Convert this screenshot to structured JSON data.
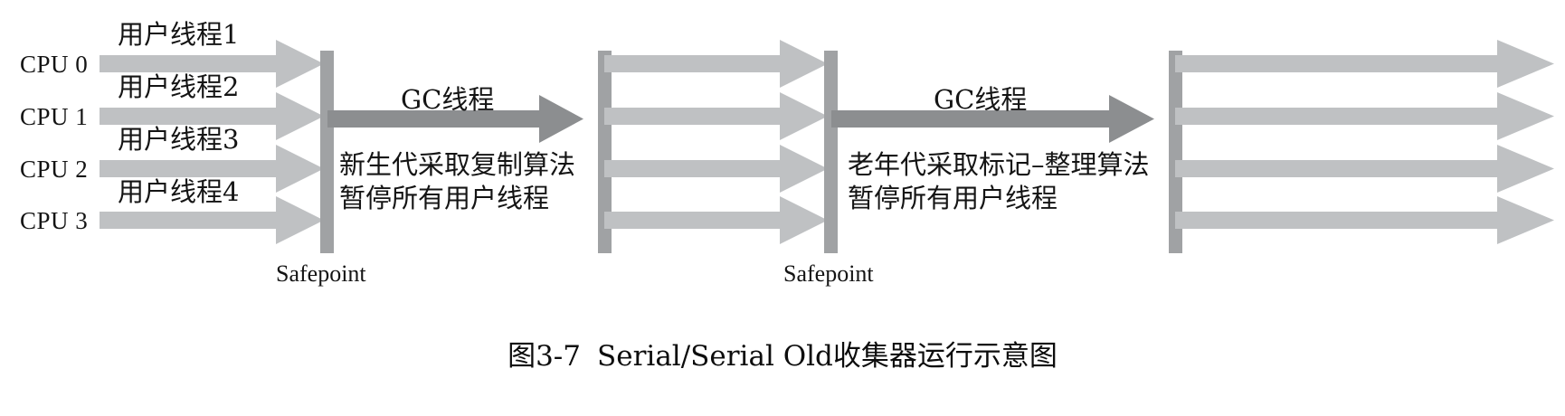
{
  "figure": {
    "caption_number": "图3-7",
    "caption_title": "Serial/Serial Old收集器运行示意图"
  },
  "colors": {
    "user_thread_arrow": "#bfc1c3",
    "gc_thread_arrow": "#8c8e90",
    "safepoint_bar": "#a0a2a4",
    "background": "#ffffff",
    "text": "#141414"
  },
  "cpus": [
    {
      "label": "CPU 0",
      "thread_label": "用户线程1"
    },
    {
      "label": "CPU 1",
      "thread_label": "用户线程2"
    },
    {
      "label": "CPU 2",
      "thread_label": "用户线程3"
    },
    {
      "label": "CPU 3",
      "thread_label": "用户线程4"
    }
  ],
  "phases": [
    {
      "gc_label": "GC线程",
      "description": "新生代采取复制算法\n暂停所有用户线程",
      "safepoint_label": "Safepoint"
    },
    {
      "gc_label": "GC线程",
      "description": "老年代采取标记–整理算法\n暂停所有用户线程",
      "safepoint_label": "Safepoint"
    }
  ],
  "chart_data": {
    "type": "diagram",
    "title": "Serial/Serial Old收集器运行示意图",
    "description": "Timeline showing four CPU lanes running user threads that stop at a safepoint while a single GC thread performs collection, then resume.",
    "lanes": [
      "CPU 0",
      "CPU 1",
      "CPU 2",
      "CPU 3"
    ],
    "segments": [
      {
        "name": "用户线程1-4 运行",
        "kind": "user-threads",
        "lanes": 4
      },
      {
        "name": "Safepoint",
        "kind": "safepoint"
      },
      {
        "name": "GC线程 — 新生代采取复制算法 / 暂停所有用户线程",
        "kind": "gc",
        "threads": 1
      },
      {
        "name": "用户线程恢复",
        "kind": "user-threads",
        "lanes": 4
      },
      {
        "name": "Safepoint",
        "kind": "safepoint"
      },
      {
        "name": "GC线程 — 老年代采取标记–整理算法 / 暂停所有用户线程",
        "kind": "gc",
        "threads": 1
      },
      {
        "name": "用户线程恢复",
        "kind": "user-threads",
        "lanes": 4
      }
    ]
  }
}
